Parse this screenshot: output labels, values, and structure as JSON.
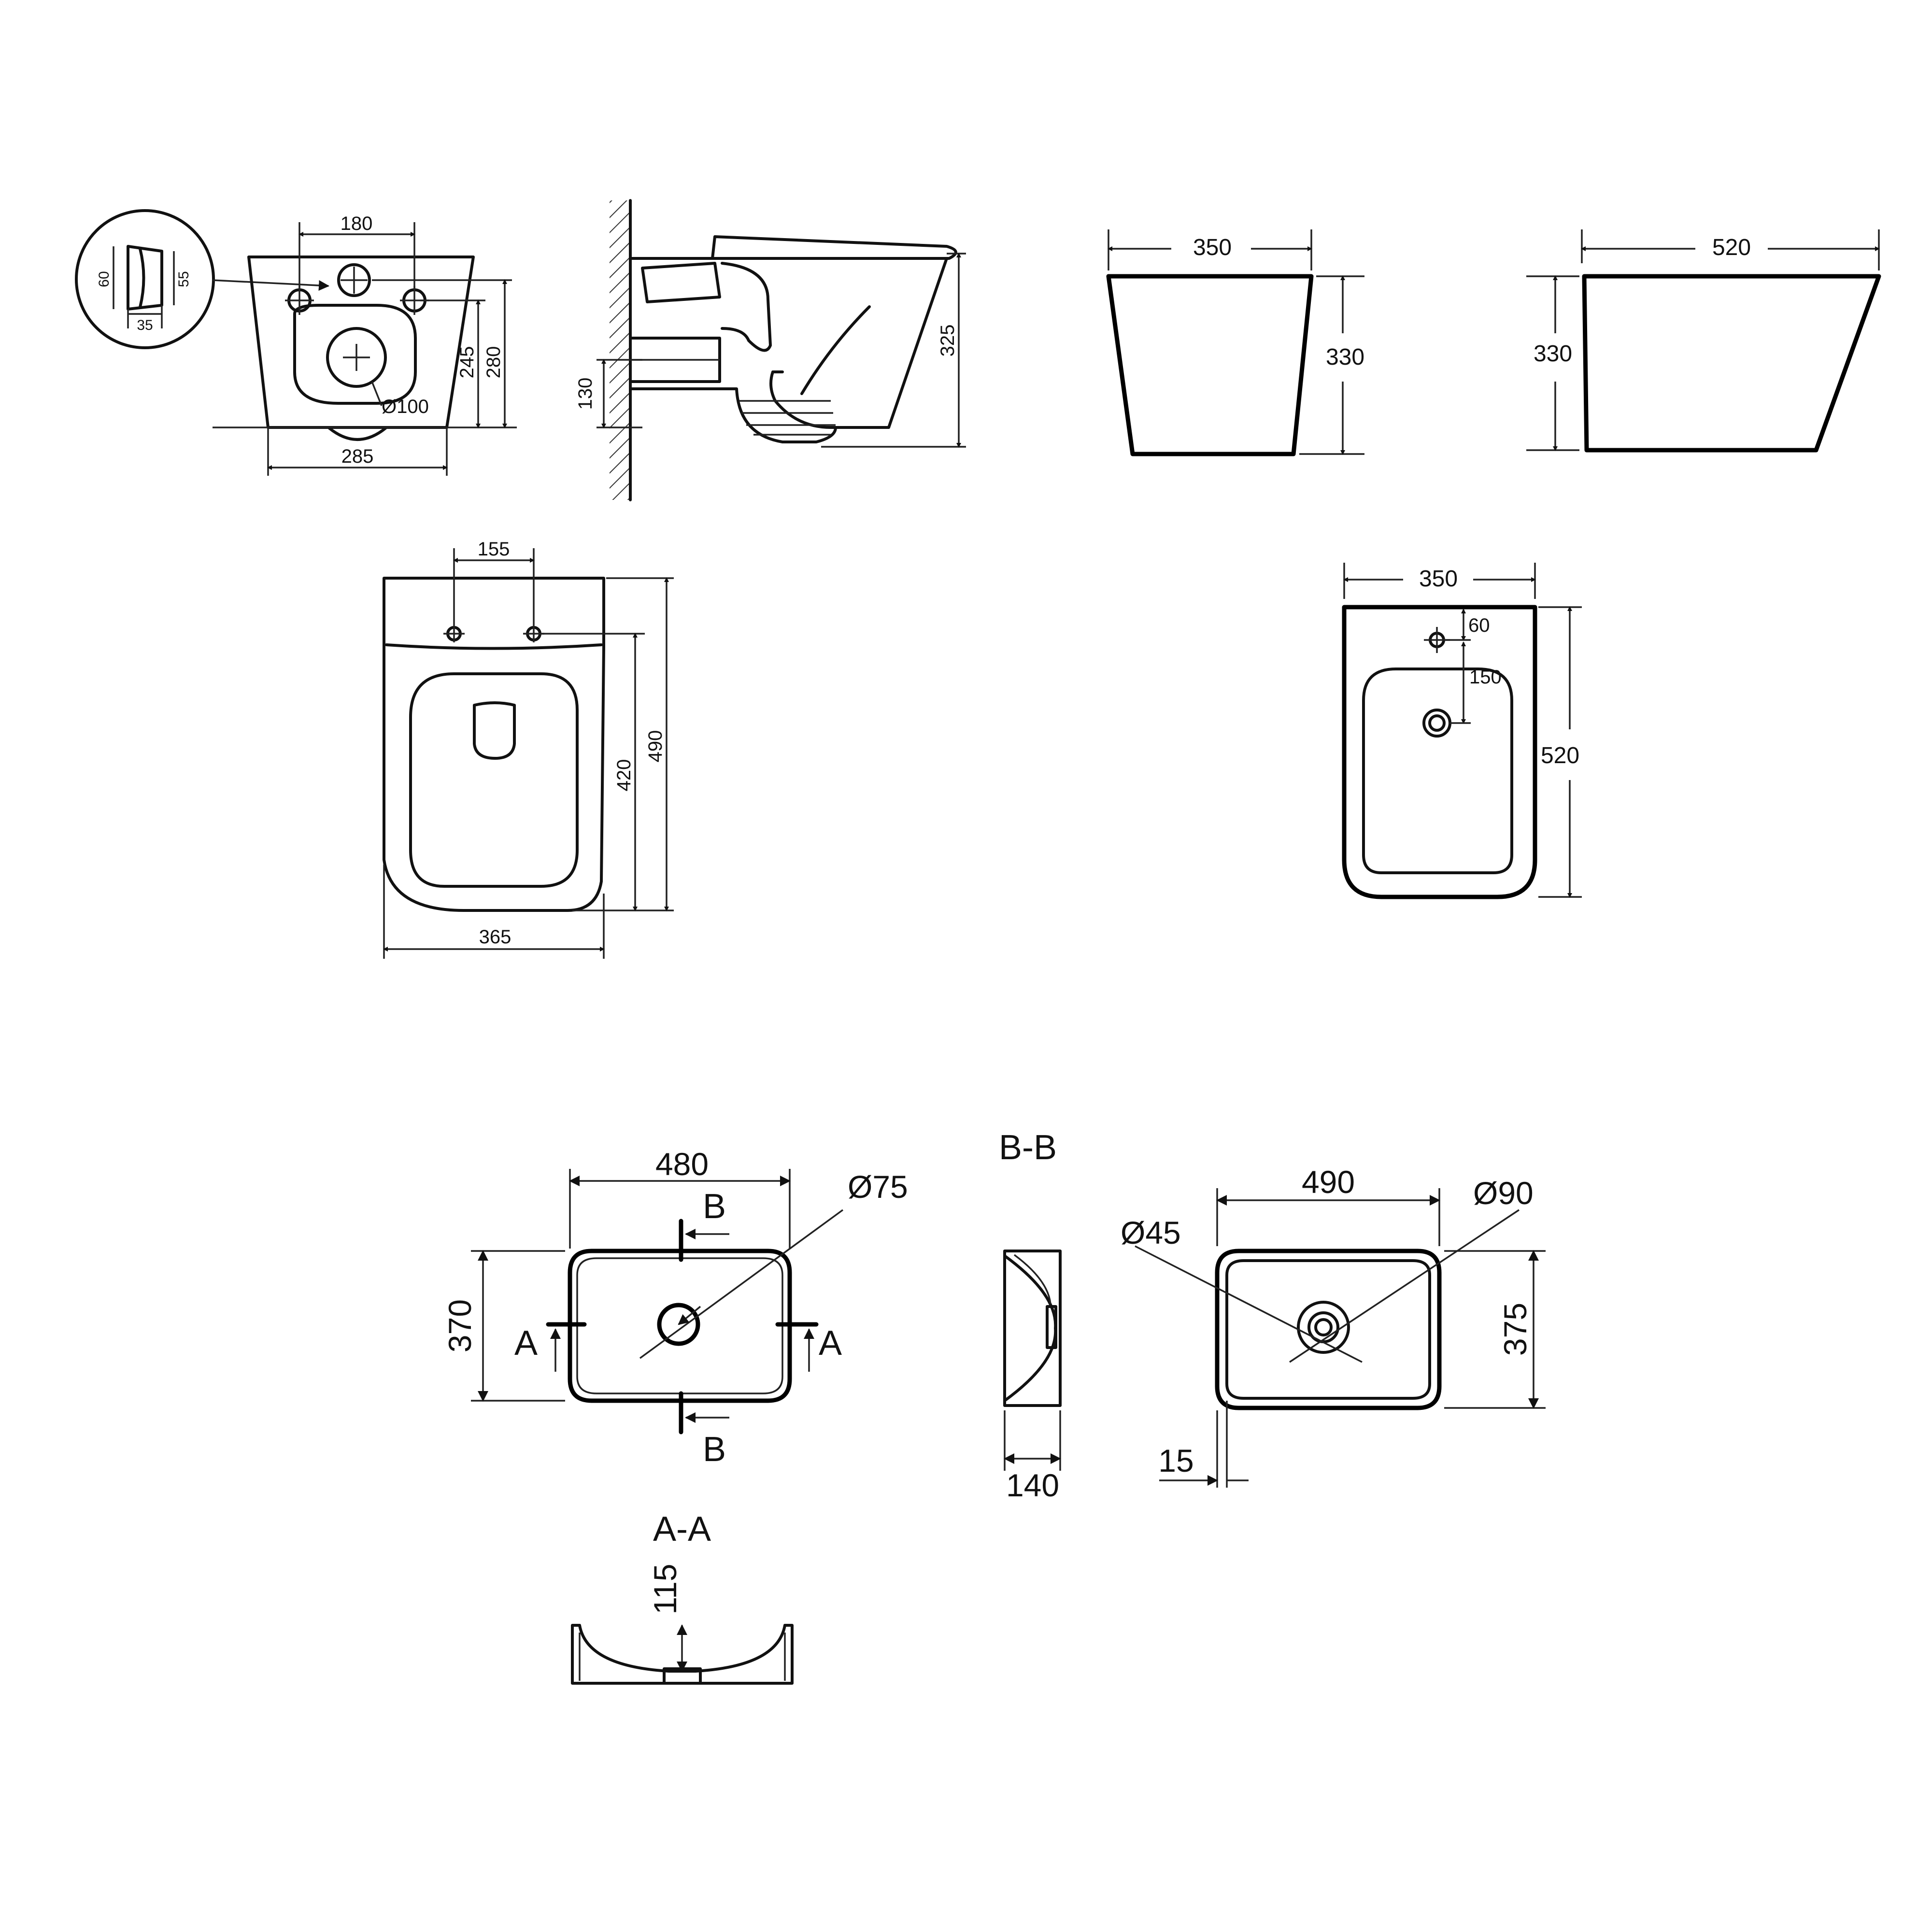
{
  "toilet_front": {
    "d_180": "180",
    "d_285": "285",
    "d_245": "245",
    "d_280": "280",
    "d_dia100": "Ø100"
  },
  "detail": {
    "d_60": "60",
    "d_55": "55",
    "d_35": "35"
  },
  "toilet_side": {
    "d_130": "130",
    "d_325": "325"
  },
  "box_front": {
    "d_350": "350",
    "d_330": "330"
  },
  "box_side": {
    "d_520": "520",
    "d_330": "330"
  },
  "toilet_top": {
    "d_155": "155",
    "d_420": "420",
    "d_490": "490",
    "d_365": "365"
  },
  "bidet_top": {
    "d_350": "350",
    "d_60": "60",
    "d_150": "150",
    "d_520": "520"
  },
  "basin1": {
    "d_480": "480",
    "d_370": "370",
    "d_dia75": "Ø75",
    "sec_a": "A",
    "sec_b": "B"
  },
  "section_bb": {
    "title": "B-B",
    "d_140": "140"
  },
  "section_aa": {
    "title": "A-A",
    "d_115": "115"
  },
  "basin2": {
    "d_490": "490",
    "d_375": "375",
    "d_dia45": "Ø45",
    "d_dia90": "Ø90",
    "d_15": "15"
  }
}
